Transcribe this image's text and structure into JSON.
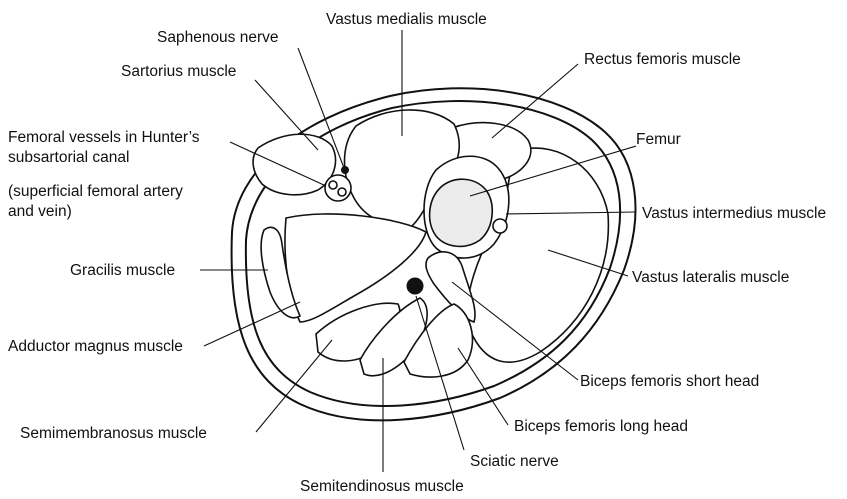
{
  "labels": {
    "saphenous_nerve": "Saphenous nerve",
    "vastus_medialis": "Vastus medialis muscle",
    "sartorius": "Sartorius muscle",
    "rectus_femoris": "Rectus femoris muscle",
    "femoral_vessels_1": "Femoral vessels in Hunter’s",
    "femoral_vessels_2": "subsartorial canal",
    "femoral_vessels_3": "(superficial femoral artery",
    "femoral_vessels_4": "and vein)",
    "femur": "Femur",
    "vastus_intermedius": "Vastus intermedius muscle",
    "gracilis": "Gracilis muscle",
    "vastus_lateralis": "Vastus lateralis muscle",
    "adductor_magnus": "Adductor magnus muscle",
    "biceps_short": "Biceps femoris short head",
    "semimembranosus": "Semimembranosus muscle",
    "biceps_long": "Biceps femoris long head",
    "sciatic": "Sciatic nerve",
    "semitendinosus": "Semitendinosus muscle"
  },
  "colors": {
    "line": "#111111",
    "background": "#ffffff"
  }
}
